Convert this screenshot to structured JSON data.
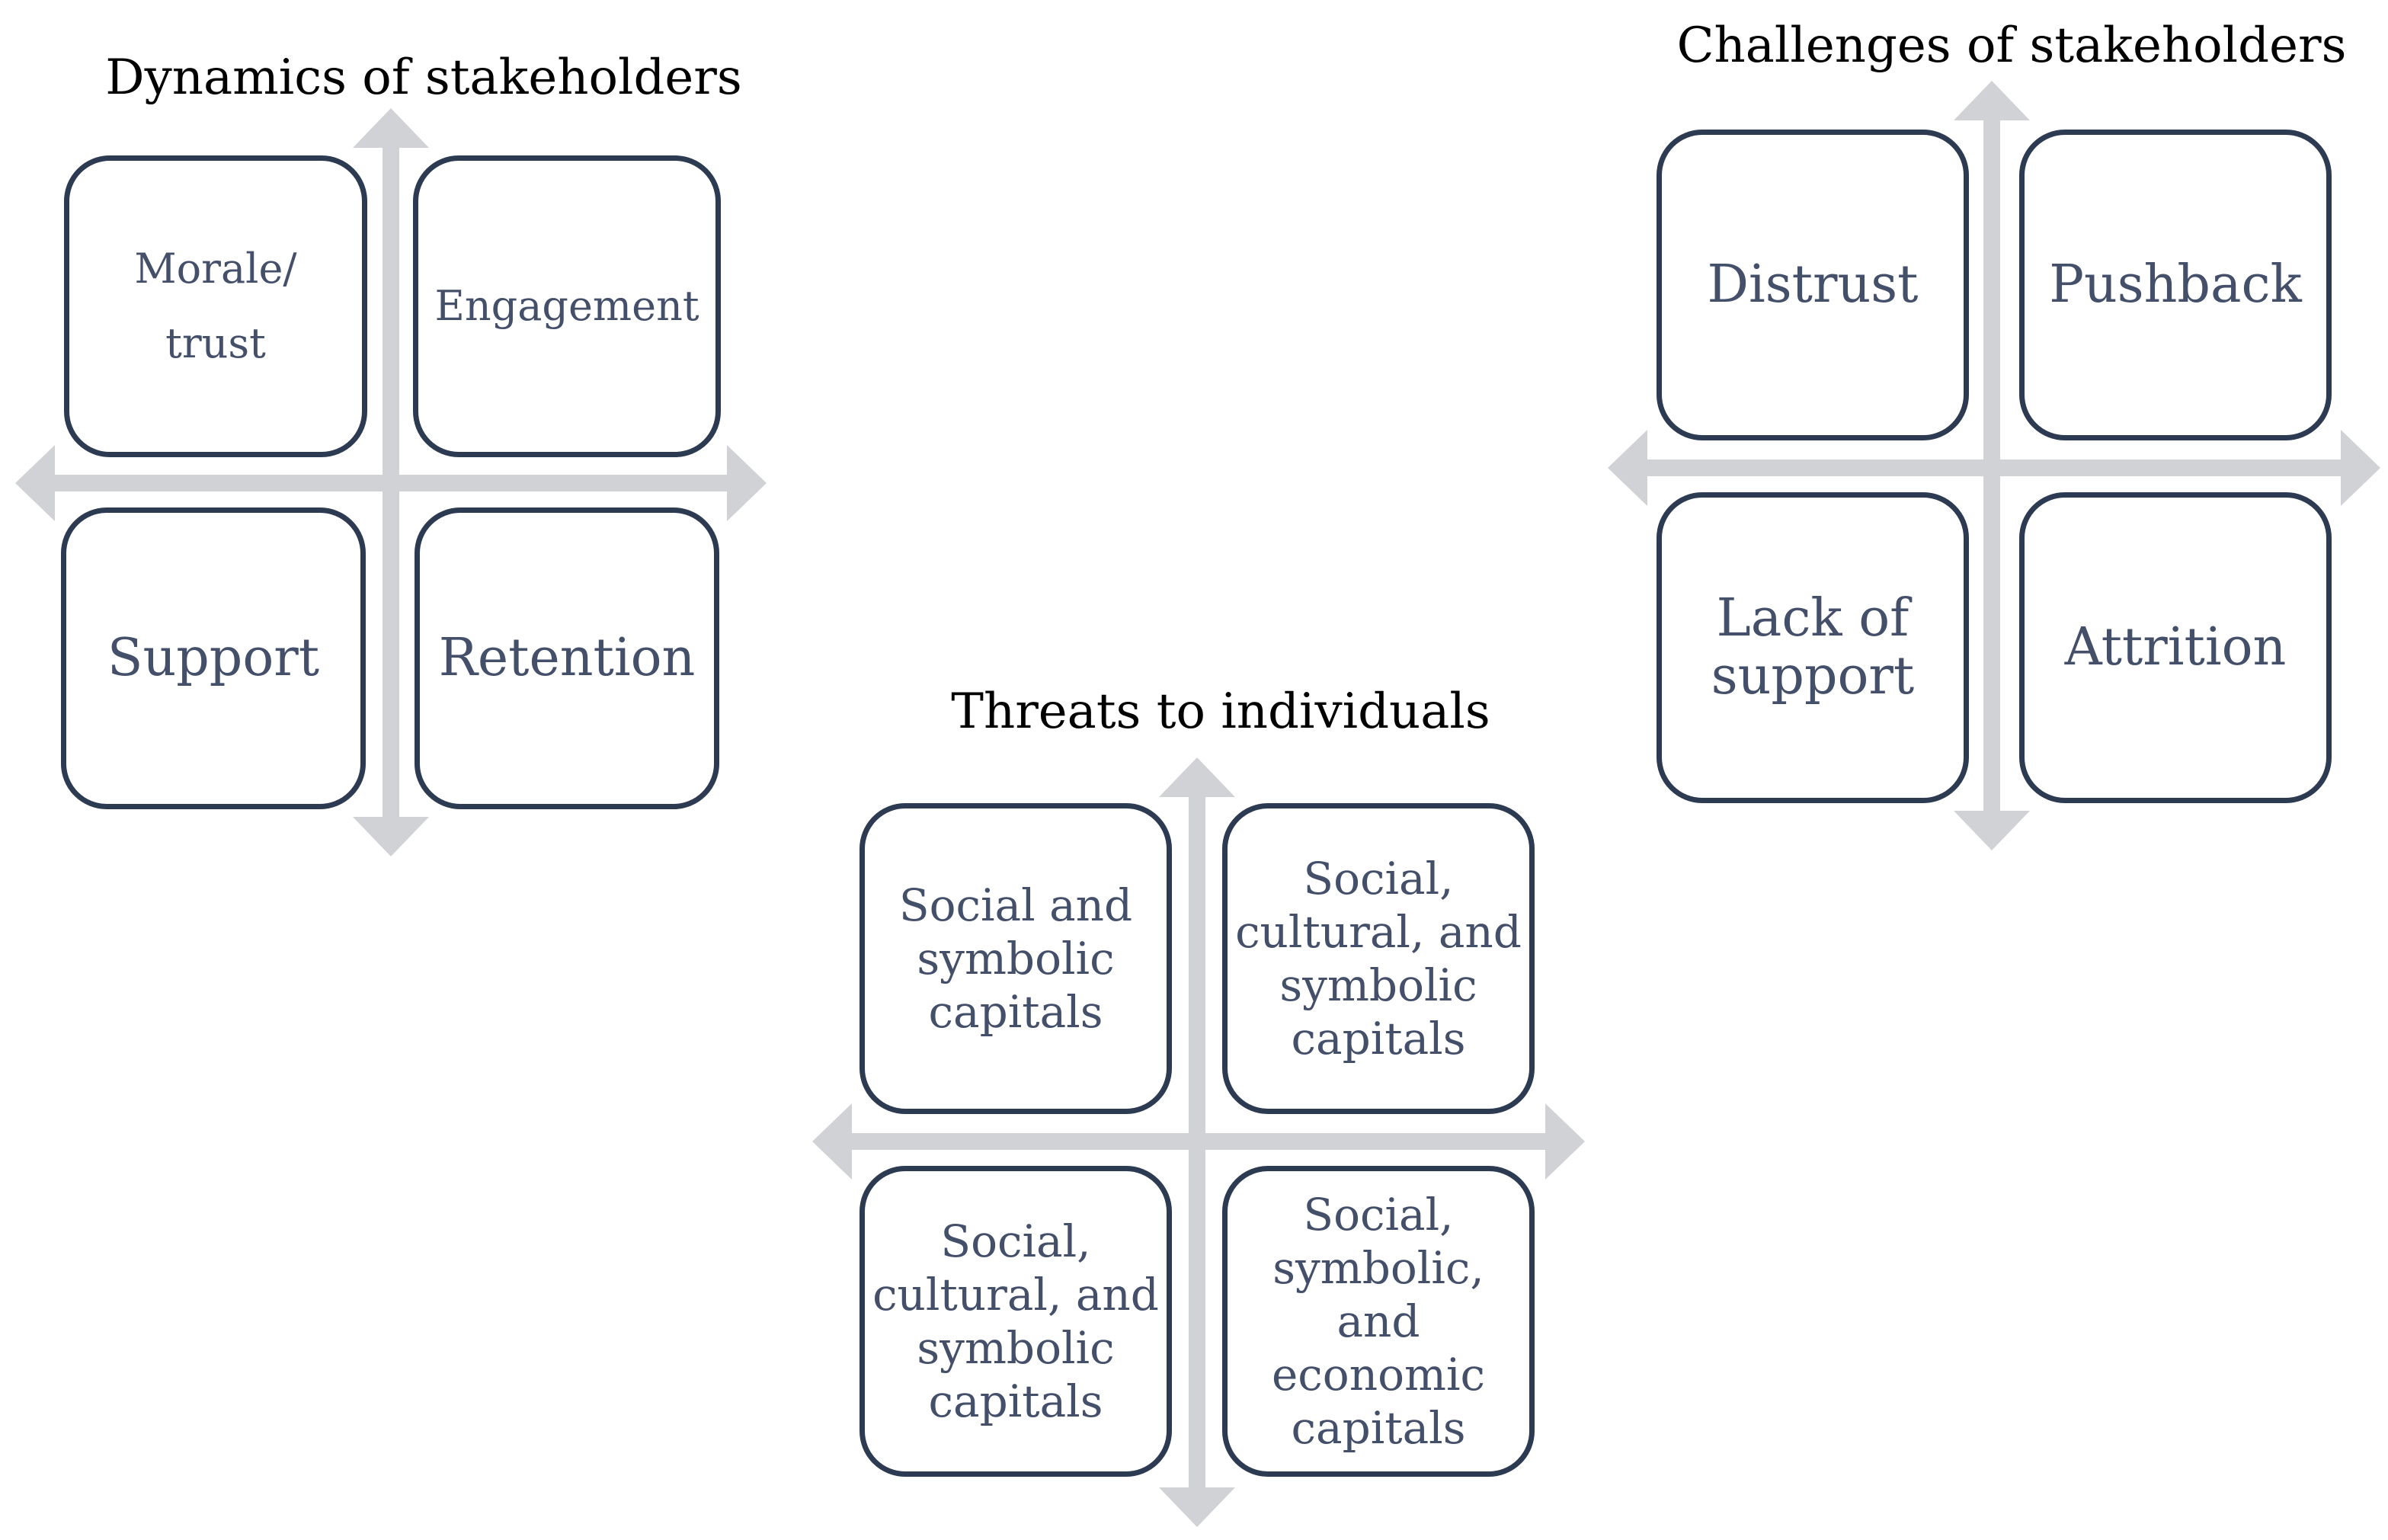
{
  "diagram": {
    "arrow_color": "#d1d2d6",
    "box_border_color": "#2c3a52",
    "box_text_color": "#44506a",
    "title_color": "#000000"
  },
  "quadrants": {
    "dynamics": {
      "title": "Dynamics of stakeholders",
      "top_left": "Morale/\ntrust",
      "top_right": "Engagement",
      "bottom_left": "Support",
      "bottom_right": "Retention"
    },
    "challenges": {
      "title": "Challenges of stakeholders",
      "top_left": "Distrust",
      "top_right": "Pushback",
      "bottom_left": "Lack of\nsupport",
      "bottom_right": "Attrition"
    },
    "threats": {
      "title": "Threats to individuals",
      "top_left": "Social and\nsymbolic\ncapitals",
      "top_right": "Social,\ncultural, and\nsymbolic\ncapitals",
      "bottom_left": "Social,\ncultural, and\nsymbolic\ncapitals",
      "bottom_right": "Social,\nsymbolic,\nand\neconomic\ncapitals"
    }
  }
}
